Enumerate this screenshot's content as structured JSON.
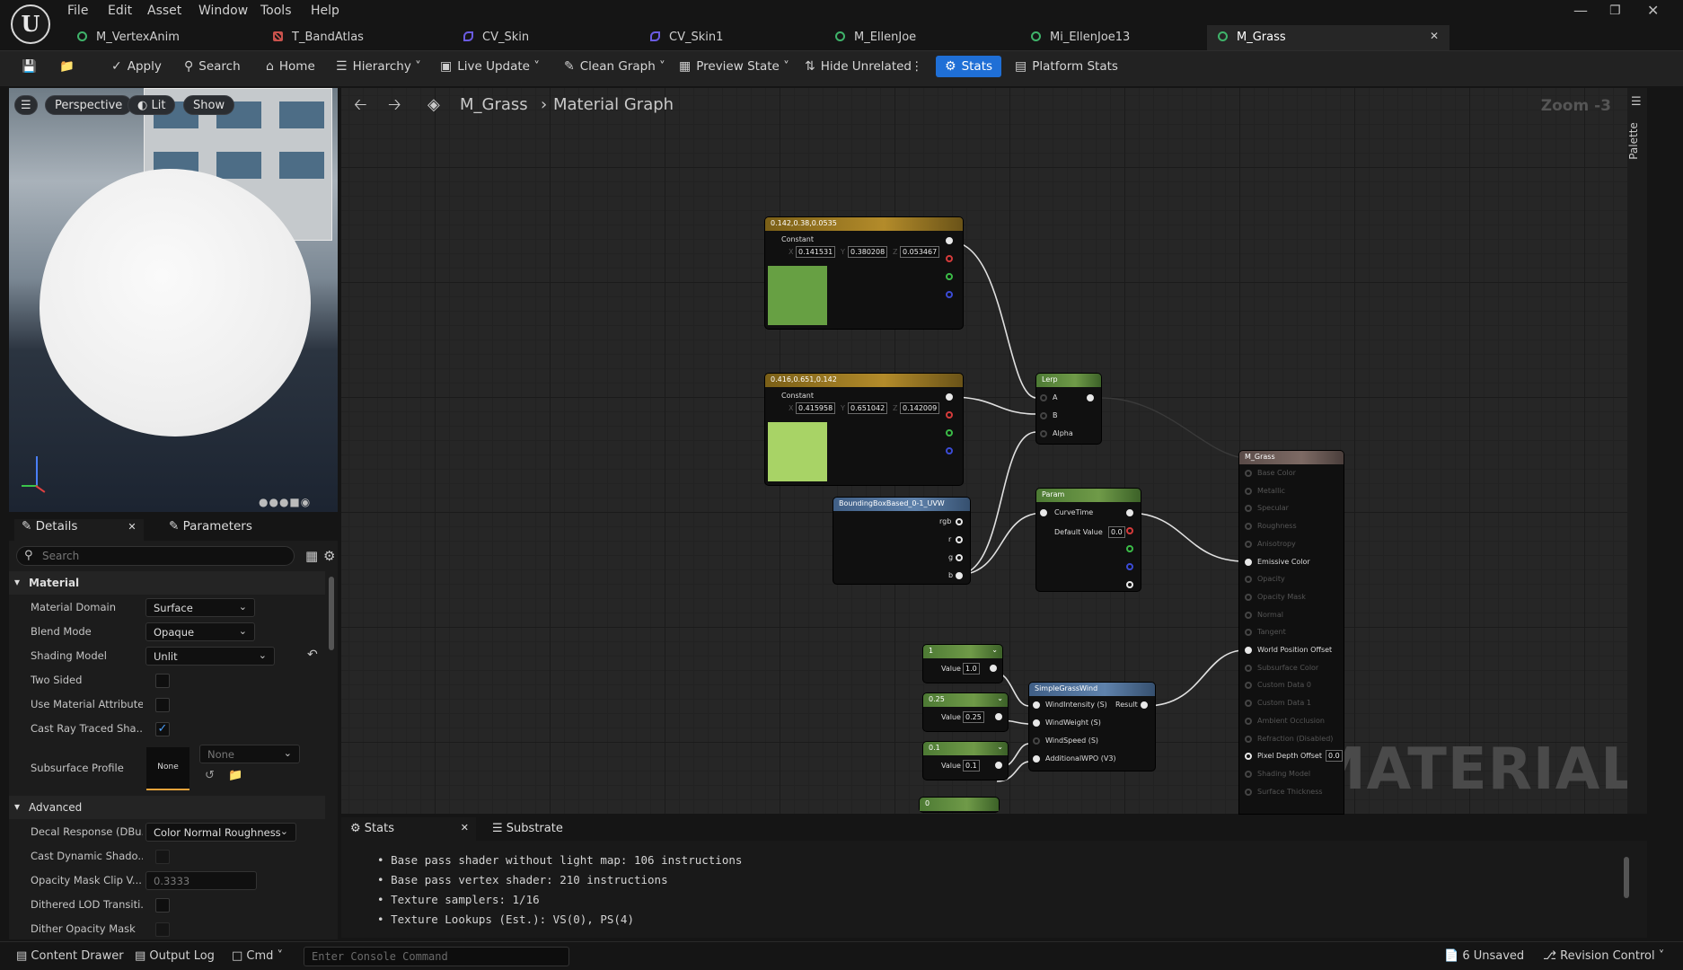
{
  "menu": [
    "File",
    "Edit",
    "Asset",
    "Window",
    "Tools",
    "Help"
  ],
  "tabs": [
    {
      "label": "M_VertexAnim",
      "kind": "mat"
    },
    {
      "label": "T_BandAtlas",
      "kind": "tex"
    },
    {
      "label": "CV_Skin",
      "kind": "skin"
    },
    {
      "label": "CV_Skin1",
      "kind": "skin"
    },
    {
      "label": "M_EllenJoe",
      "kind": "mat"
    },
    {
      "label": "Mi_EllenJoe13",
      "kind": "mat"
    },
    {
      "label": "M_Grass",
      "kind": "mat",
      "active": true
    }
  ],
  "toolbar": {
    "apply": "Apply",
    "search": "Search",
    "home": "Home",
    "hierarchy": "Hierarchy",
    "live_update": "Live Update",
    "clean_graph": "Clean Graph",
    "preview_state": "Preview State",
    "hide_unrelated": "Hide Unrelated",
    "stats": "Stats",
    "platform_stats": "Platform Stats"
  },
  "viewport": {
    "perspective": "Perspective",
    "lit": "Lit",
    "show": "Show"
  },
  "panel": {
    "details_tab": "Details",
    "parameters_tab": "Parameters",
    "search_placeholder": "Search"
  },
  "details": {
    "material_section": "Material",
    "material_domain": {
      "label": "Material Domain",
      "value": "Surface"
    },
    "blend_mode": {
      "label": "Blend Mode",
      "value": "Opaque"
    },
    "shading_model": {
      "label": "Shading Model",
      "value": "Unlit"
    },
    "two_sided": {
      "label": "Two Sided",
      "checked": false
    },
    "use_material_attributes": {
      "label": "Use Material Attributes",
      "checked": false
    },
    "cast_ray_traced": {
      "label": "Cast Ray Traced Sha...",
      "checked": true
    },
    "subsurface_profile": {
      "label": "Subsurface Profile",
      "thumb": "None",
      "value": "None"
    },
    "advanced_section": "Advanced",
    "decal_response": {
      "label": "Decal Response (DBu...",
      "value": "Color Normal Roughness"
    },
    "cast_dynamic_shadow": {
      "label": "Cast Dynamic Shado..."
    },
    "opacity_mask_clip": {
      "label": "Opacity Mask Clip V...",
      "value": "0.3333"
    },
    "dithered_lod": {
      "label": "Dithered LOD Transiti..."
    },
    "dither_opacity": {
      "label": "Dither Opacity Mask"
    }
  },
  "graph": {
    "crumb_asset": "M_Grass",
    "crumb_graph": "Material Graph",
    "zoom": "Zoom -3",
    "palette": "Palette",
    "watermark": "MATERIAL",
    "constant1": {
      "title": "0.142,0.38,0.0535",
      "subtitle": "Constant",
      "x": "0.141531",
      "y": "0.380208",
      "z": "0.053467",
      "color": "#67a043"
    },
    "constant2": {
      "title": "0.416,0.651,0.142",
      "subtitle": "Constant",
      "x": "0.415958",
      "y": "0.651042",
      "z": "0.142009",
      "color": "#a8d366"
    },
    "lerp": {
      "title": "Lerp",
      "a": "A",
      "b": "B",
      "alpha": "Alpha"
    },
    "bbox": {
      "title": "BoundingBoxBased_0-1_UVW",
      "out": [
        "rgb",
        "r",
        "g",
        "b"
      ]
    },
    "param": {
      "title": "Param",
      "curve": "CurveTime",
      "default_label": "Default Value",
      "default_value": "0.0"
    },
    "c1": {
      "title": "1",
      "label": "Value",
      "value": "1.0"
    },
    "c025": {
      "title": "0.25",
      "label": "Value",
      "value": "0.25"
    },
    "c01": {
      "title": "0.1",
      "label": "Value",
      "value": "0.1"
    },
    "c0": {
      "title": "0"
    },
    "wind": {
      "title": "SimpleGrassWind",
      "in": [
        "WindIntensity (S)",
        "WindWeight (S)",
        "WindSpeed (S)",
        "AdditionalWPO (V3)"
      ],
      "result": "Result"
    },
    "result": {
      "title": "M_Grass",
      "pins": [
        "Base Color",
        "Metallic",
        "Specular",
        "Roughness",
        "Anisotropy",
        "Emissive Color",
        "Opacity",
        "Opacity Mask",
        "Normal",
        "Tangent",
        "World Position Offset",
        "Subsurface Color",
        "Custom Data 0",
        "Custom Data 1",
        "Ambient Occlusion",
        "Refraction (Disabled)",
        "Pixel Depth Offset",
        "Shading Model",
        "Surface Thickness"
      ],
      "pdo_value": "0.0"
    }
  },
  "stats_panel": {
    "tab1": "Stats",
    "tab2": "Substrate",
    "lines": [
      "Base pass shader without light map: 106 instructions",
      "Base pass vertex shader: 210 instructions",
      "Texture samplers: 1/16",
      "Texture Lookups (Est.): VS(0), PS(4)"
    ]
  },
  "status": {
    "content_drawer": "Content Drawer",
    "output_log": "Output Log",
    "cmd": "Cmd",
    "console_placeholder": "Enter Console Command",
    "unsaved": "6 Unsaved",
    "revision": "Revision Control"
  }
}
